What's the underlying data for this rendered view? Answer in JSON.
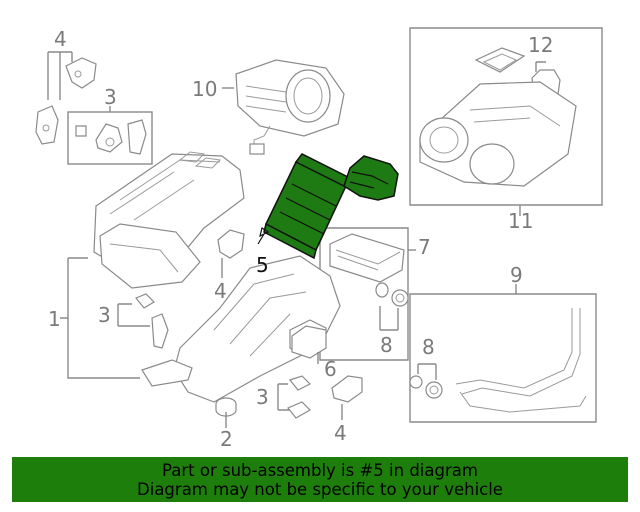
{
  "diagram": {
    "callouts": {
      "c1": "1",
      "c2": "2",
      "c3a": "3",
      "c3b": "3",
      "c3c": "3",
      "c4a": "4",
      "c4b": "4",
      "c4c": "4",
      "c5": "5",
      "c6": "6",
      "c7": "7",
      "c8a": "8",
      "c8b": "8",
      "c9": "9",
      "c10": "10",
      "c11": "11",
      "c12": "12"
    },
    "highlighted_part": "5",
    "highlight_color": "#1e7a12"
  },
  "banner": {
    "line1": "Part or sub-assembly is #5 in diagram",
    "line2": "Diagram may not be specific to your vehicle",
    "background": "#1e7e0c"
  }
}
